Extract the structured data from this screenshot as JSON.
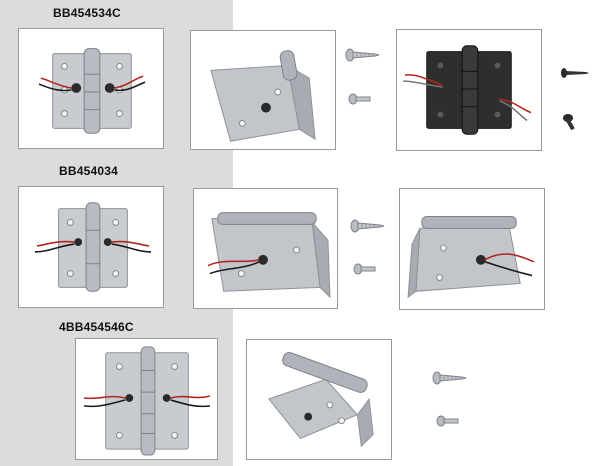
{
  "products": [
    {
      "model": "BB454534C",
      "finish": "satin-chrome",
      "wire_count": 2
    },
    {
      "model": "BB454034",
      "finish": "satin-chrome",
      "wire_count": 2
    },
    {
      "model": "4BB454546C",
      "finish": "satin-chrome",
      "wire_count": 2
    }
  ],
  "icons": {
    "hinge": "hinge-icon",
    "screw": "wood-screw-icon",
    "machine_screw": "machine-screw-icon"
  },
  "colors": {
    "page_background": "#ffffff",
    "left_band": "#dcdcdc",
    "steel": "#c4c7cc",
    "steel_dark": "#9da1a7",
    "black_finish": "#2a2a2a",
    "wire_red": "#b3261e",
    "wire_black": "#1a1a1a",
    "frame_border": "#9a9a9a"
  }
}
